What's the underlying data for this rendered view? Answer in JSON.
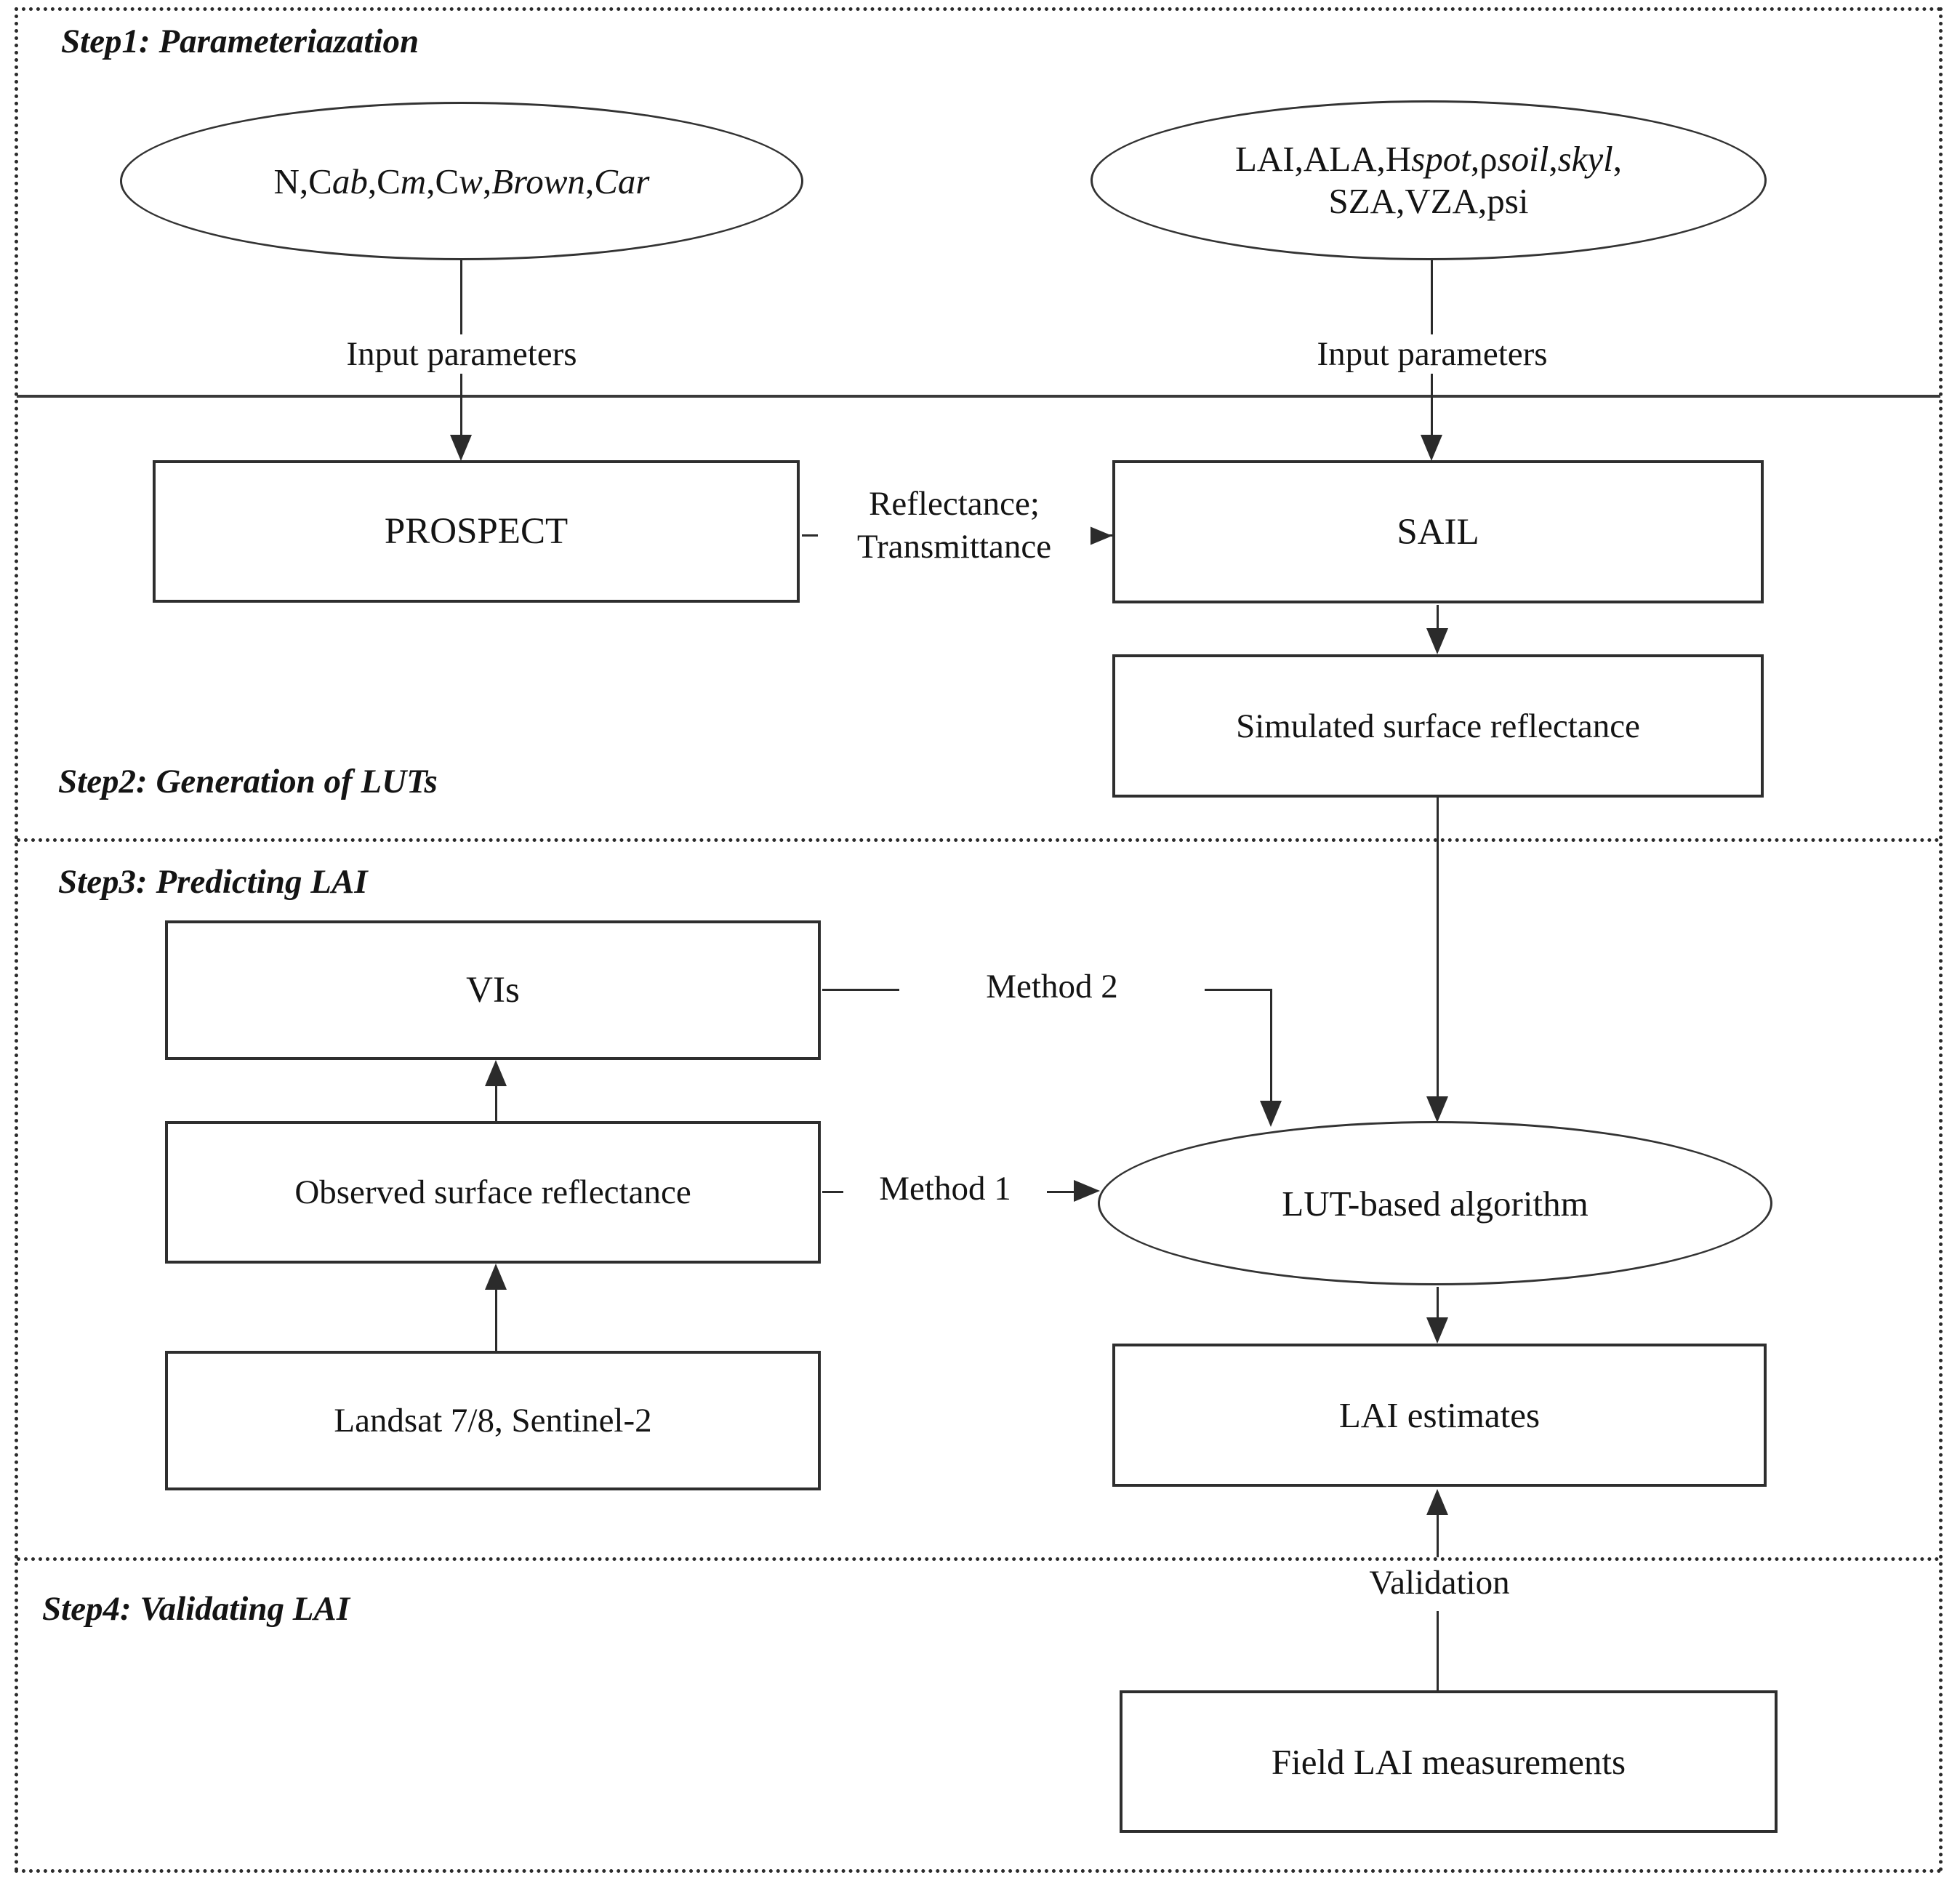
{
  "colors": {
    "line": "#2b2b2b",
    "text": "#141414",
    "background": "#ffffff"
  },
  "steps": {
    "step1": "Step1: Parameteriazation",
    "step2": "Step2: Generation of LUTs",
    "step3": "Step3: Predicting LAI",
    "step4": "Step4: Validating LAI"
  },
  "nodes": {
    "prospect_inputs": {
      "shape": "ellipse",
      "segments": [
        {
          "text": "N,C"
        },
        {
          "text": "ab",
          "italic": true
        },
        {
          "text": ",C"
        },
        {
          "text": "m",
          "italic": true
        },
        {
          "text": ",C"
        },
        {
          "text": "w",
          "italic": true
        },
        {
          "text": ","
        },
        {
          "text": "Brown",
          "italic": true
        },
        {
          "text": ","
        },
        {
          "text": "Car",
          "italic": true
        }
      ]
    },
    "sail_inputs": {
      "shape": "ellipse",
      "line1_segments": [
        {
          "text": "LAI,ALA,H"
        },
        {
          "text": "spot",
          "italic": true
        },
        {
          "text": ",ρ"
        },
        {
          "text": "soil",
          "italic": true
        },
        {
          "text": ","
        },
        {
          "text": "skyl",
          "italic": true
        },
        {
          "text": ","
        }
      ],
      "line2": "SZA,VZA,psi"
    },
    "prospect": {
      "shape": "rect",
      "label": "PROSPECT"
    },
    "sail": {
      "shape": "rect",
      "label": "SAIL"
    },
    "simulated_reflectance": {
      "shape": "rect",
      "label": "Simulated surface reflectance"
    },
    "vis": {
      "shape": "rect",
      "label": "VIs"
    },
    "observed_reflectance": {
      "shape": "rect",
      "label": "Observed surface reflectance"
    },
    "satellites": {
      "shape": "rect",
      "label": "Landsat 7/8, Sentinel-2"
    },
    "lut_algorithm": {
      "shape": "ellipse",
      "label": "LUT-based algorithm"
    },
    "lai_estimates": {
      "shape": "rect",
      "label": "LAI estimates"
    },
    "field_measurements": {
      "shape": "rect",
      "label": "Field LAI measurements"
    }
  },
  "edge_labels": {
    "input_parameters_left": "Input parameters",
    "input_parameters_right": "Input parameters",
    "reflectance_line1": "Reflectance;",
    "reflectance_line2": "Transmittance",
    "method_1": "Method 1",
    "method_2": "Method 2",
    "validation": "Validation"
  }
}
